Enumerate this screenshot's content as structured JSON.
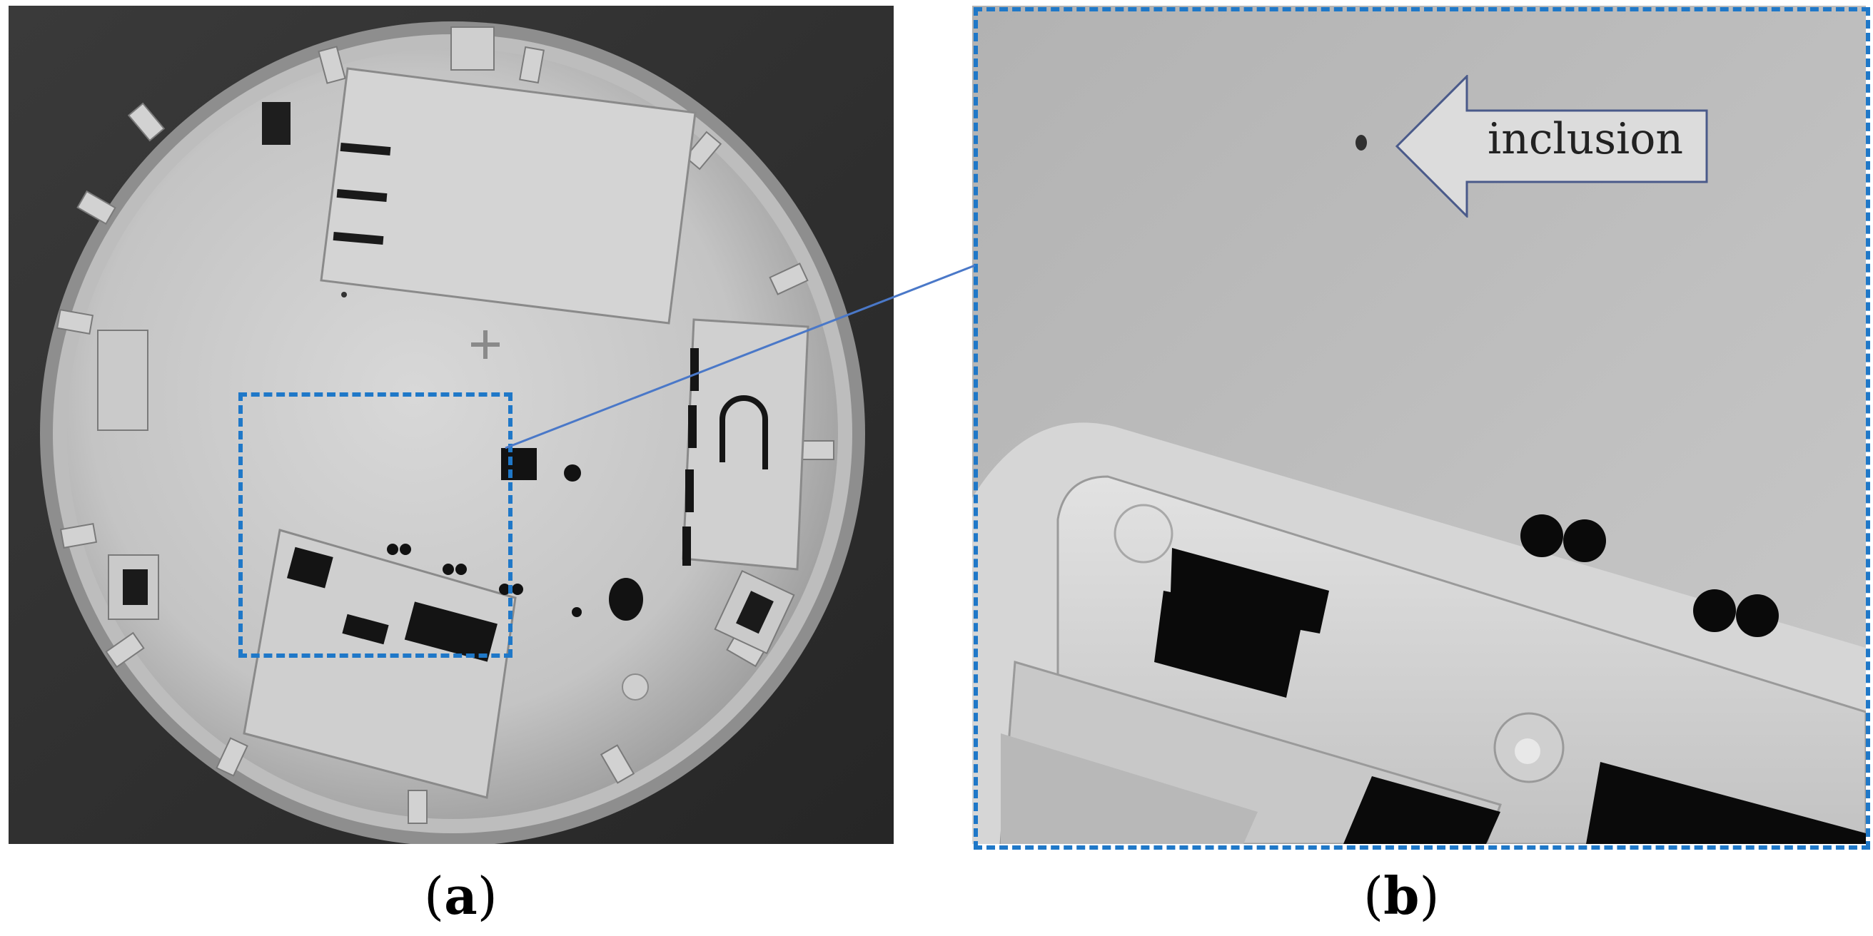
{
  "panel_a": {
    "caption_open": "(",
    "caption_letter": "a",
    "caption_close": ")"
  },
  "panel_b": {
    "caption_open": "(",
    "caption_letter": "b",
    "caption_close": ")",
    "annotation": "inclusion"
  },
  "colors": {
    "roi_border": "#1f78c8",
    "leader_line": "#4a78c8",
    "arrow_fill": "#dcdcdc",
    "arrow_stroke": "#4a5a8a"
  }
}
